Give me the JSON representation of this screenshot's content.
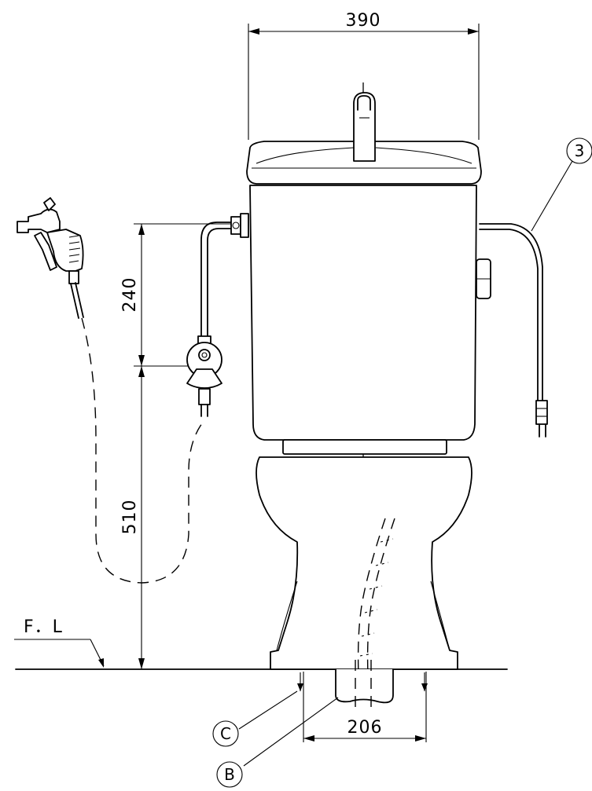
{
  "dimensions": {
    "width_390": "390",
    "height_240": "240",
    "height_510": "510",
    "width_206": "206"
  },
  "labels": {
    "floor_line": "F．L",
    "callout_3": "3",
    "callout_c": "C",
    "callout_b": "B"
  }
}
